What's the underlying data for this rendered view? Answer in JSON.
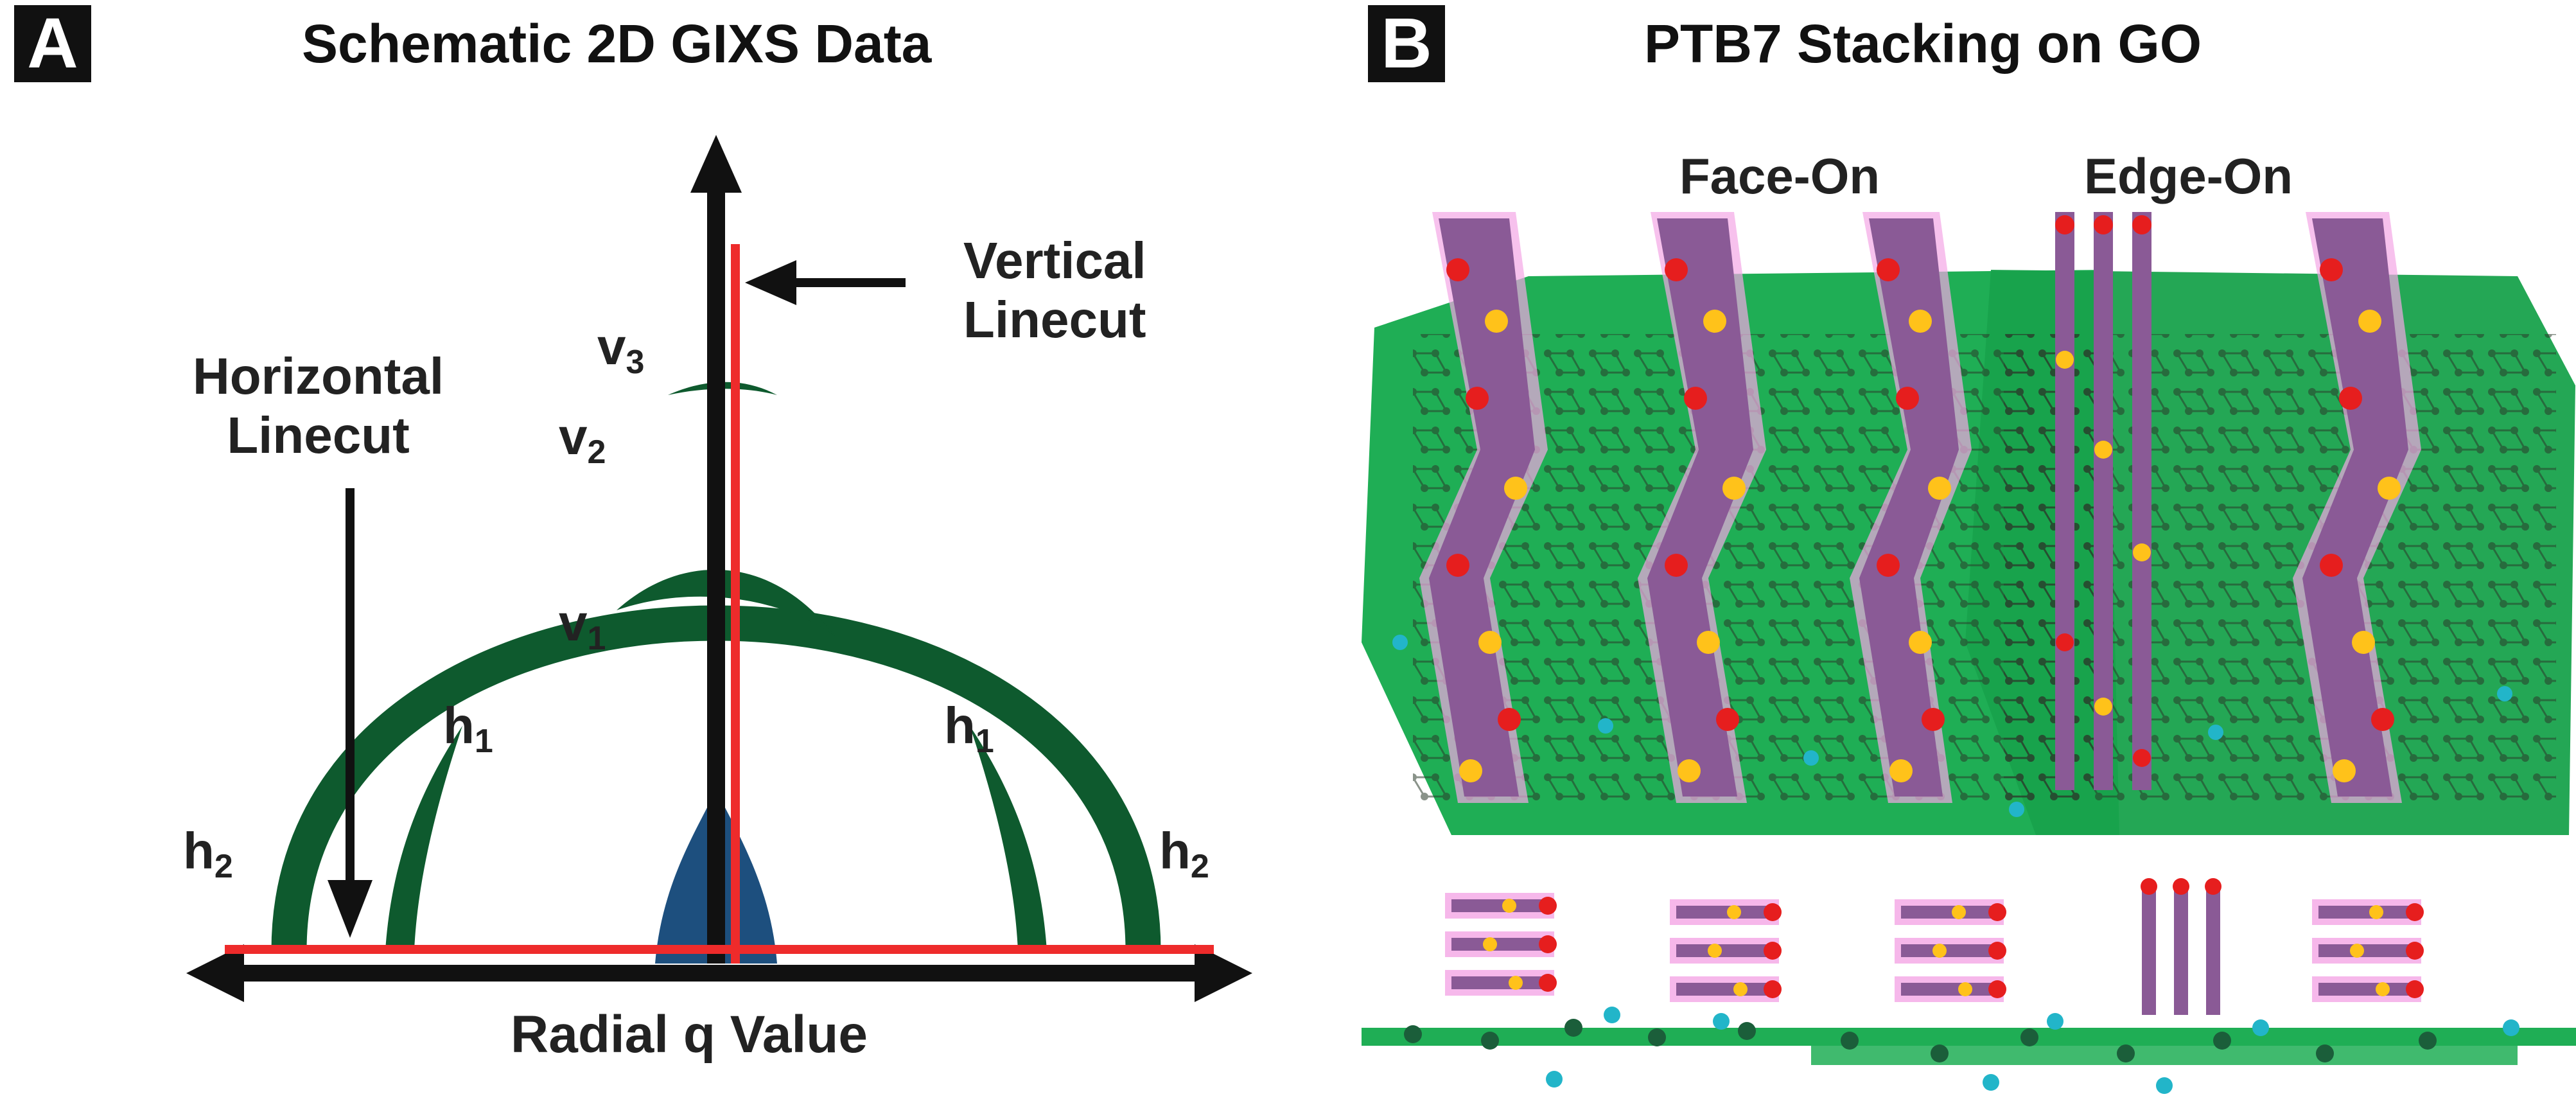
{
  "colors": {
    "arc_green": "#0e5a2e",
    "linecut_red": "#ee2b2b",
    "axis_black": "#111111",
    "beam_blue": "#1d4f7e",
    "go_sheet_green": "#1fae55",
    "polymer_purple": "#8a5a96",
    "atom_red": "#e61e1e",
    "atom_yellow": "#ffc21a",
    "atom_cyan": "#22b5c9",
    "highlight_pink": "#f4a6e6"
  },
  "panel_a": {
    "badge": "A",
    "title": "Schematic 2D GIXS Data",
    "vertical_linecut": "Vertical\nLinecut",
    "horizontal_linecut": "Horizontal\nLinecut",
    "x_axis_label": "Radial q Value",
    "peaks": {
      "v3": "v",
      "v3_sub": "3",
      "v2": "v",
      "v2_sub": "2",
      "v1": "v",
      "v1_sub": "1",
      "h1_left": "h",
      "h1_left_sub": "1",
      "h1_right": "h",
      "h1_right_sub": "1",
      "h2_left": "h",
      "h2_left_sub": "2",
      "h2_right": "h",
      "h2_right_sub": "2"
    }
  },
  "panel_b": {
    "badge": "B",
    "title": "PTB7 Stacking on GO",
    "face_on_label": "Face-On",
    "edge_on_label": "Edge-On",
    "molecule_icon": "molecule-model-icon"
  }
}
